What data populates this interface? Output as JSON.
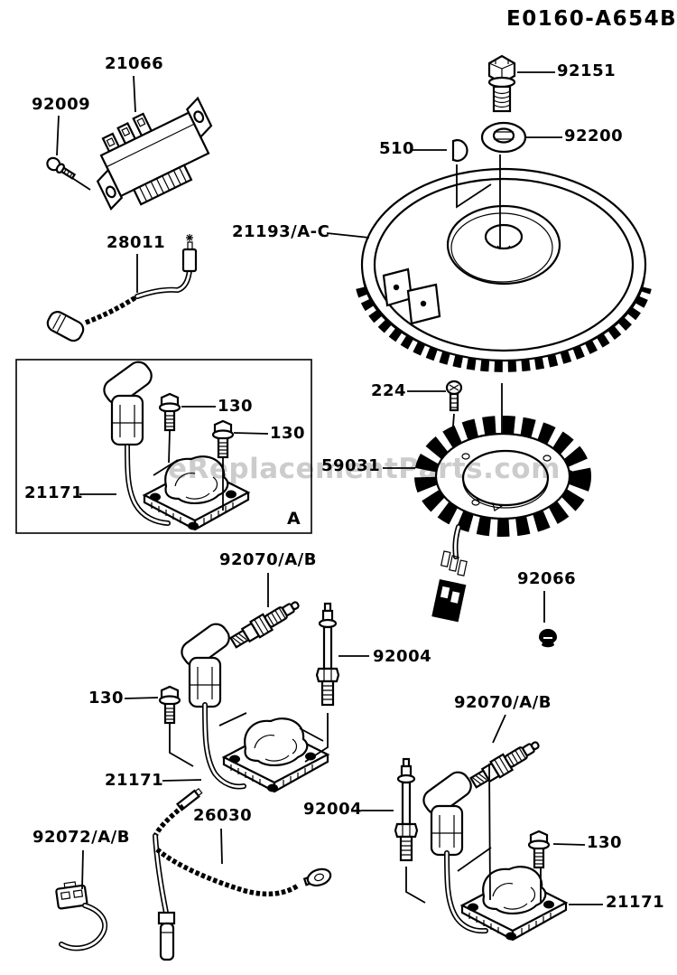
{
  "title": "E0160-A654B",
  "watermark": "eReplacementParts.com",
  "inset_label": "A",
  "parts": {
    "regulator": "21066",
    "regulator_screw": "92009",
    "flywheel_bolt": "92151",
    "flywheel_washer": "92200",
    "woodruff_key": "510",
    "flywheel": "21193/A-C",
    "lead_wire": "28011",
    "stator_screw": "224",
    "stator": "59031",
    "coil_bolt": "130",
    "ignition_coil": "21171",
    "grommet": "92066",
    "spark_plug": "92070/A/B",
    "stud": "92004",
    "wiring_harness": "26030",
    "lead_terminal": "92072/A/B"
  }
}
